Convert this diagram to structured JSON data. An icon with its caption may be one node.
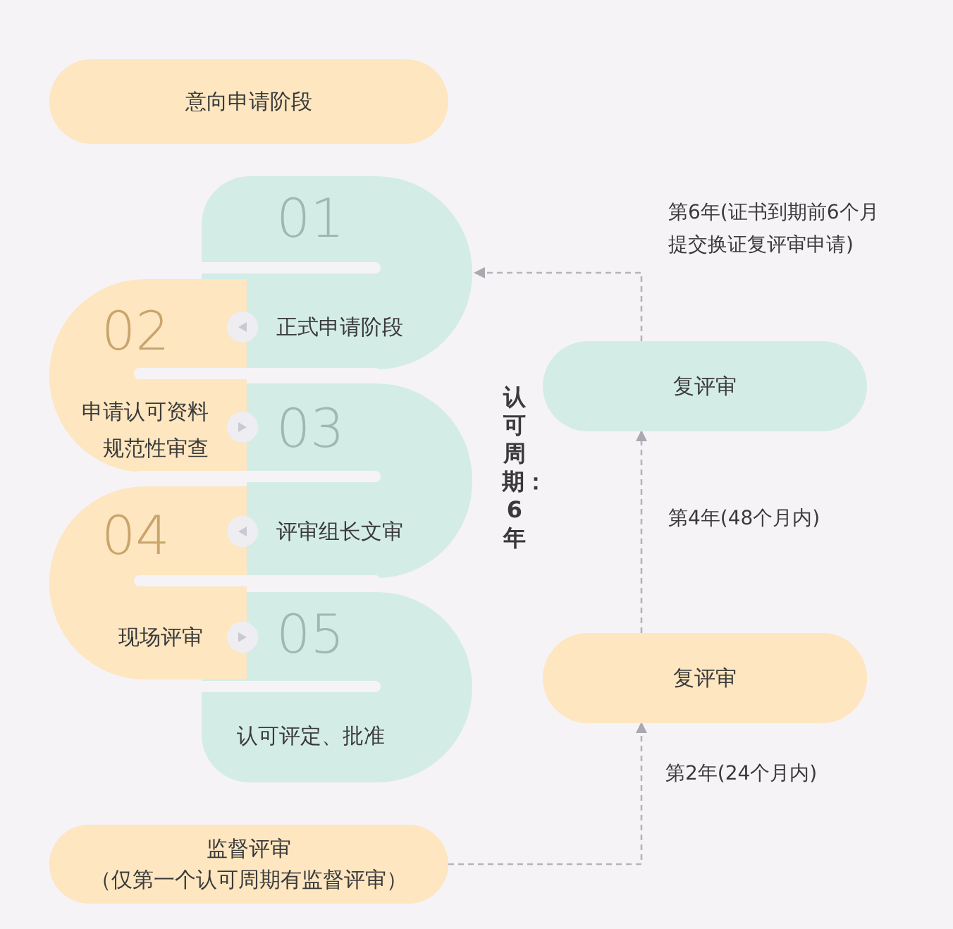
{
  "diagram": {
    "nodes": [
      {
        "text": [
          "意向申请阶段"
        ]
      },
      {
        "text": [
          "01",
          "正式申请阶段"
        ]
      },
      {
        "text": [
          "02",
          "申请认可资料规范性审查"
        ]
      },
      {
        "text": [
          "03",
          "评审组长文审"
        ]
      },
      {
        "text": [
          "04",
          "现场评审"
        ]
      },
      {
        "text": [
          "05",
          "认可评定、批准"
        ]
      },
      {
        "text": [
          "监督评审",
          "（仅第一个认可周期有监督评审）"
        ]
      },
      {
        "text": [
          "复评审"
        ]
      },
      {
        "text": [
          "复评审"
        ]
      }
    ],
    "edges": [
      {
        "from": 6,
        "to": 7,
        "arrow": "to",
        "style": "dashed",
        "label": "第2年(24个月内)"
      },
      {
        "from": 7,
        "to": 8,
        "arrow": "to",
        "style": "dashed",
        "label": "第4年(48个月内)"
      },
      {
        "from": 8,
        "to": 1,
        "arrow": "to",
        "style": "dashed",
        "label": "第6年(证书到期前6个月提交换证复评审申请)"
      }
    ],
    "labels": [
      "认可周期：6年"
    ]
  }
}
